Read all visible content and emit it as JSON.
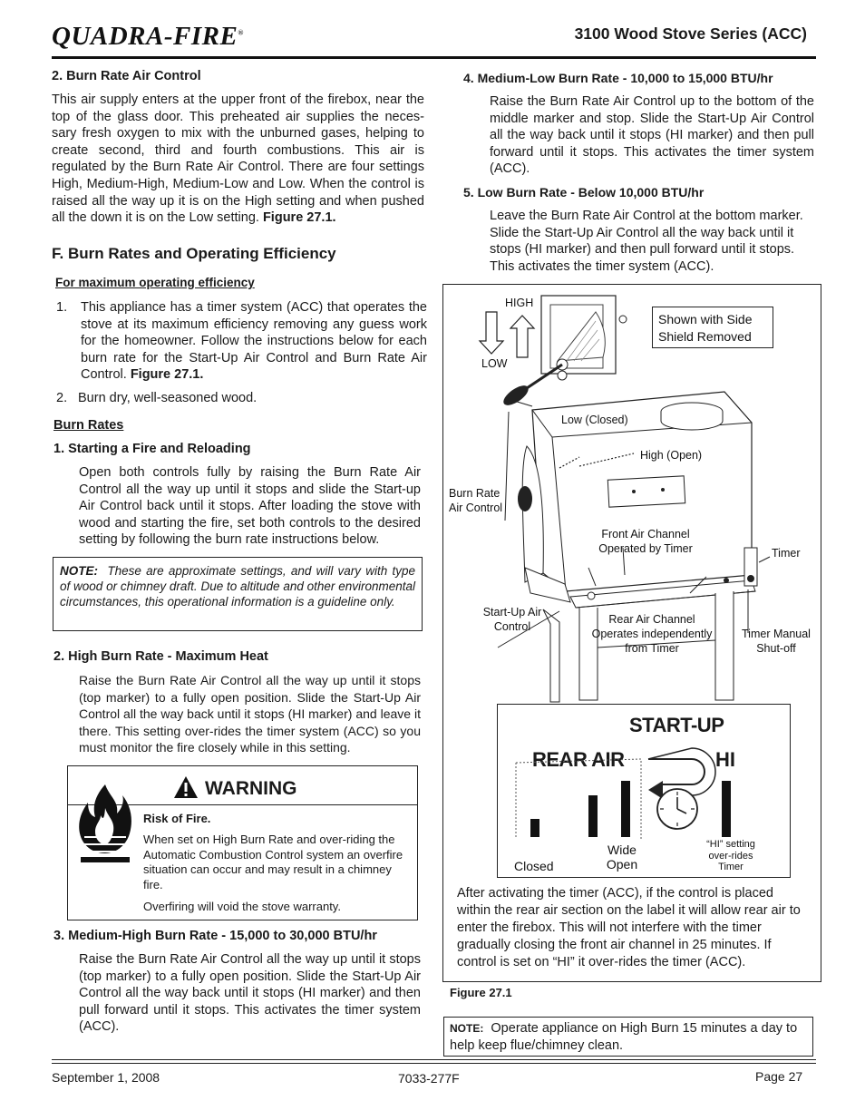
{
  "header": {
    "logo": "QUADRA-FIRE",
    "registered": "®",
    "series": "3100 Wood Stove Series (ACC)"
  },
  "left": {
    "sec2_heading": "2.  Burn Rate Air Control",
    "sec2_body": "This air supply enters at the upper front of the firebox, near the top of the glass door.  This preheated air supplies the neces-sary fresh oxygen to mix with the unburned gases, helping to create second, third and fourth combustions.  This air is regulated by the Burn Rate Air Control.  There are four settings High, Medium-High, Medium-Low and Low.  When the control is raised all the way up it is on the High setting and when pushed all the down it is on the Low setting.",
    "sec2_fig": "Figure 27.1.",
    "secF_heading": "F.  Burn Rates and Operating Efficiency",
    "max_eff_heading": "For maximum operating efficiency",
    "item1_num": "1.",
    "item1_text": "This appliance has a timer system (ACC) that operates the stove at its maximum efficiency removing any guess work for the homeowner.  Follow the instructions below for each burn rate for the Start-Up Air Control and Burn Rate Air Control.",
    "item1_fig": "Figure 27.1.",
    "item2_num": "2.",
    "item2_text": "Burn dry, well-seasoned wood.",
    "burn_rates_heading": "Burn Rates",
    "s1_heading": "1.   Starting a Fire and Reloading",
    "s1_body": "Open both controls fully by raising the Burn Rate Air Control all the way up until it stops and slide the Start-up Air Control back until it stops.  After loading the stove with wood  and starting the fire, set both controls to the desired setting by following the burn rate instructions below.",
    "note_label": "NOTE:",
    "note_text": "These are approximate settings, and will vary with type of wood or chimney draft. Due to altitude and other environmental circumstances, this operational information is a guideline only.",
    "s2_heading": "2.   High Burn Rate - Maximum Heat",
    "s2_body": "Raise the Burn Rate Air Control all the way up until it stops (top marker) to a fully open position.  Slide the Start-Up Air Control all the way back until it stops (HI marker) and leave it there. This setting over-rides the timer system (ACC) so you must monitor the fire closely while in this setting.",
    "warning_title": "WARNING",
    "warning_sub": "Risk of Fire.",
    "warning_p1": "When set on High Burn Rate and over-riding the Automatic Combustion Control system an overfire situation can occur and may result in a chimney fire.",
    "warning_p2": "Overfiring will void the stove warranty.",
    "s3_heading": "3.   Medium-High Burn Rate - 15,000 to 30,000 BTU/hr",
    "s3_body": "Raise the Burn Rate Air Control all the way up until it stops (top marker) to a fully open position.  Slide the Start-Up Air Control all the way back until it stops (HI marker) and then pull forward until it stops.  This activates the timer system (ACC)."
  },
  "right": {
    "s4_heading": "4.   Medium-Low Burn Rate - 10,000 to 15,000 BTU/hr",
    "s4_body": "Raise the Burn Rate Air Control up to the bottom of the middle marker and stop.  Slide the Start-Up Air Control all the way back until it stops (HI marker) and then pull forward until it stops.  This activates the timer system (ACC).",
    "s5_heading": "5.   Low Burn Rate - Below 10,000 BTU/hr",
    "s5_body": "Leave the Burn Rate Air Control at the bottom marker.  Slide the Start-Up Air Control all the way back until it stops (HI marker) and then pull forward until it stops.  This activates the timer system (ACC).",
    "figure": {
      "high": "HIGH",
      "low": "LOW",
      "shown_with": "Shown with Side Shield Removed",
      "low_closed": "Low (Closed)",
      "high_open": "High (Open)",
      "burn_rate_ctrl": "Burn Rate Air Control",
      "front_air": "Front Air Channel Operated by Timer",
      "timer": "Timer",
      "startup_ctrl": "Start-Up Air Control",
      "rear_air_channel": "Rear Air Channel Operates independently from Timer",
      "timer_shutoff": "Timer  Manual Shut-off",
      "label_startup": "START-UP",
      "label_rear_air": "REAR AIR",
      "label_hi": "HI",
      "closed": "Closed",
      "wide_open": "Wide Open",
      "hi_setting": "“HI” setting over-rides Timer",
      "caption_text": "After activating the timer (ACC), if the control is placed within the rear air section on the label it will allow rear air to enter the firebox.  This will not interfere with the timer gradually closing the front air channel in 25 minutes.  If control is set on “HI” it over-rides the timer (ACC)."
    },
    "figure_label": "Figure 27.1",
    "note2_label": "NOTE:",
    "note2_text": "Operate appliance on High Burn 15 minutes a day to help keep flue/chimney clean."
  },
  "footer": {
    "date": "September 1, 2008",
    "code": "7033-277F",
    "page": "Page  27"
  }
}
